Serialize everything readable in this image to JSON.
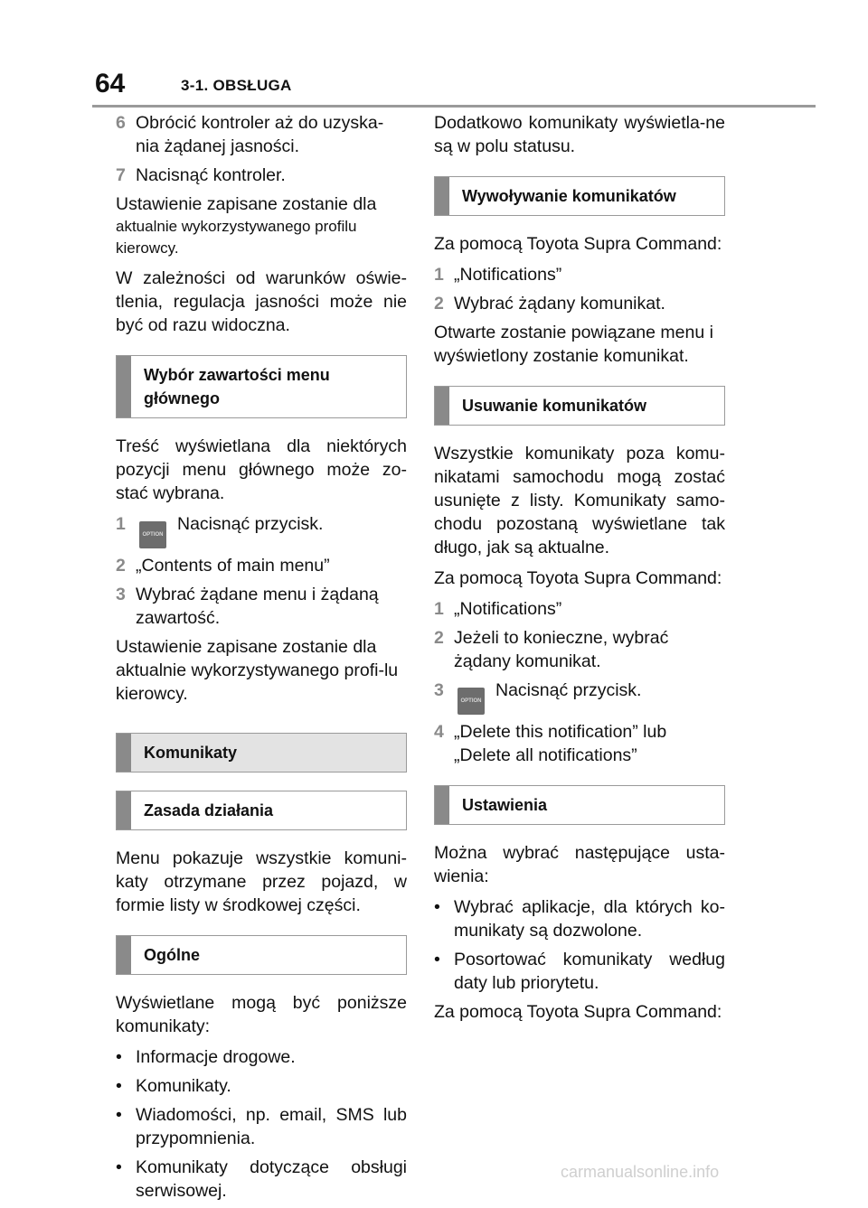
{
  "header": {
    "page_number": "64",
    "section": "3-1. OBSŁUGA"
  },
  "left": {
    "step6_num": "6",
    "step6": "Obrócić kontroler aż do uzyska-nia żądanej jasności.",
    "step7_num": "7",
    "step7": "Nacisnąć kontroler.",
    "p1a": "Ustawienie zapisane zostanie dla",
    "p1b": "aktualnie wykorzystywanego profilu kierowcy.",
    "p2": "W zależności od warunków oświe-tlenia, regulacja jasności może nie być od razu widoczna.",
    "box1": "Wybór zawartości menu głównego",
    "p3": "Treść wyświetlana dla niektórych pozycji menu głównego może zo-stać wybrana.",
    "s1_num": "1",
    "s1_icon": "OPTION",
    "s1": "Nacisnąć przycisk.",
    "s2_num": "2",
    "s2": "„Contents of main menu”",
    "s3_num": "3",
    "s3": "Wybrać żądane menu i żądaną zawartość.",
    "p4": "Ustawienie zapisane zostanie dla aktualnie wykorzystywanego profi-lu kierowcy.",
    "box2": "Komunikaty",
    "box3": "Zasada działania",
    "p5": "Menu pokazuje wszystkie komuni-katy otrzymane przez pojazd, w formie listy w środkowej części.",
    "box4": "Ogólne",
    "p6": "Wyświetlane mogą być poniższe komunikaty:",
    "b1": "Informacje drogowe.",
    "b2": "Komunikaty.",
    "b3": "Wiadomości, np. email, SMS lub przypomnienia.",
    "b4": "Komunikaty dotyczące obsługi serwisowej."
  },
  "right": {
    "p1": "Dodatkowo komunikaty wyświetla-ne są w polu statusu.",
    "box1": "Wywoływanie komunikatów",
    "p2": "Za pomocą Toyota Supra Command:",
    "s1_num": "1",
    "s1": "„Notifications”",
    "s2_num": "2",
    "s2": "Wybrać żądany komunikat.",
    "p3": "Otwarte zostanie powiązane menu i wyświetlony zostanie komunikat.",
    "box2": "Usuwanie komunikatów",
    "p4": "Wszystkie komunikaty poza komu-nikatami samochodu mogą zostać usunięte z listy. Komunikaty samo-chodu pozostaną wyświetlane tak długo, jak są aktualne.",
    "p5": "Za pomocą Toyota Supra Command:",
    "t1_num": "1",
    "t1": "„Notifications”",
    "t2_num": "2",
    "t2": "Jeżeli to konieczne, wybrać żądany komunikat.",
    "t3_num": "3",
    "t3_icon": "OPTION",
    "t3": "Nacisnąć przycisk.",
    "t4_num": "4",
    "t4": "„Delete this notification” lub „Delete all notifications”",
    "box3": "Ustawienia",
    "p6": "Można wybrać następujące usta-wienia:",
    "b1": "Wybrać aplikacje, dla których ko-munikaty są dozwolone.",
    "b2": "Posortować komunikaty według daty lub priorytetu.",
    "p7": "Za pomocą Toyota Supra Command:"
  },
  "footer": {
    "watermark": "carmanualsonline.info",
    "bullet": "•"
  }
}
